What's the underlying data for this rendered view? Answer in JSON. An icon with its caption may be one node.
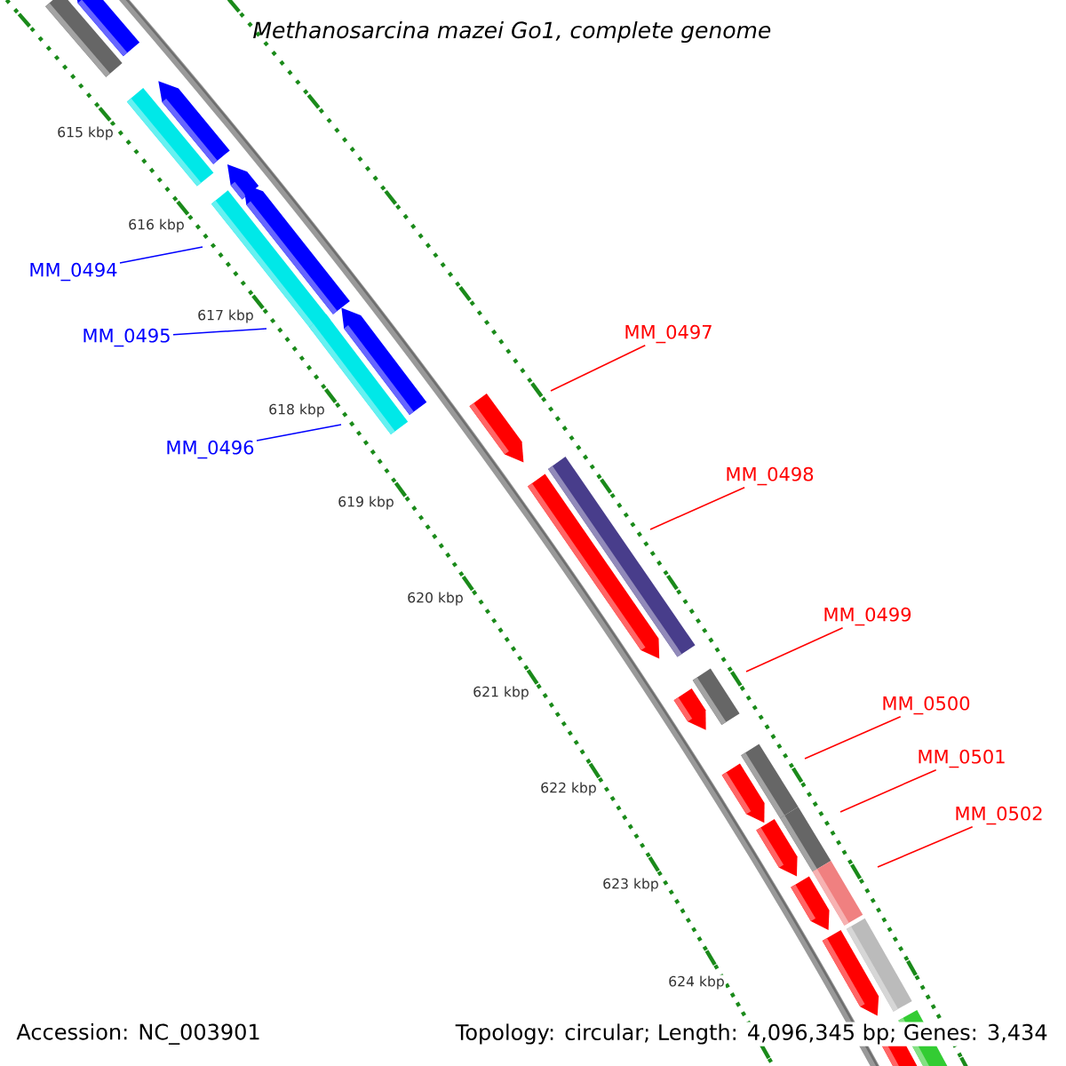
{
  "diagram": {
    "title": "Methanosarcina mazei Go1, complete genome",
    "nodes": [
      {
        "text": [
          "MM_0494"
        ]
      },
      {
        "text": [
          "MM_0495"
        ]
      },
      {
        "text": [
          "MM_0496"
        ]
      },
      {
        "text": [
          "MM_0497"
        ]
      },
      {
        "text": [
          "MM_0498"
        ]
      },
      {
        "text": [
          "MM_0499"
        ]
      },
      {
        "text": [
          "MM_0500"
        ]
      },
      {
        "text": [
          "MM_0501"
        ]
      },
      {
        "text": [
          "MM_0502"
        ]
      }
    ],
    "edges": [
      {
        "from": 0,
        "to": null,
        "arrow": "none",
        "color": "#0000ff"
      },
      {
        "from": 1,
        "to": null,
        "arrow": "none",
        "color": "#0000ff"
      },
      {
        "from": 2,
        "to": null,
        "arrow": "none",
        "color": "#0000ff"
      },
      {
        "from": 3,
        "to": null,
        "arrow": "none"
      },
      {
        "from": 4,
        "to": null,
        "arrow": "none"
      },
      {
        "from": 5,
        "to": null,
        "arrow": "none"
      },
      {
        "from": 6,
        "to": null,
        "arrow": "none"
      },
      {
        "from": 7,
        "to": null,
        "arrow": "none"
      },
      {
        "from": 8,
        "to": null,
        "arrow": "none"
      }
    ],
    "labels": [
      "615 kbp",
      "616 kbp",
      "617 kbp",
      "618 kbp",
      "619 kbp",
      "620 kbp",
      "621 kbp",
      "622 kbp",
      "623 kbp",
      "624 kbp",
      "Accession: NC_003901",
      "Topology: circular; Length: 4,096,345 bp; Genes: 3,434"
    ]
  }
}
